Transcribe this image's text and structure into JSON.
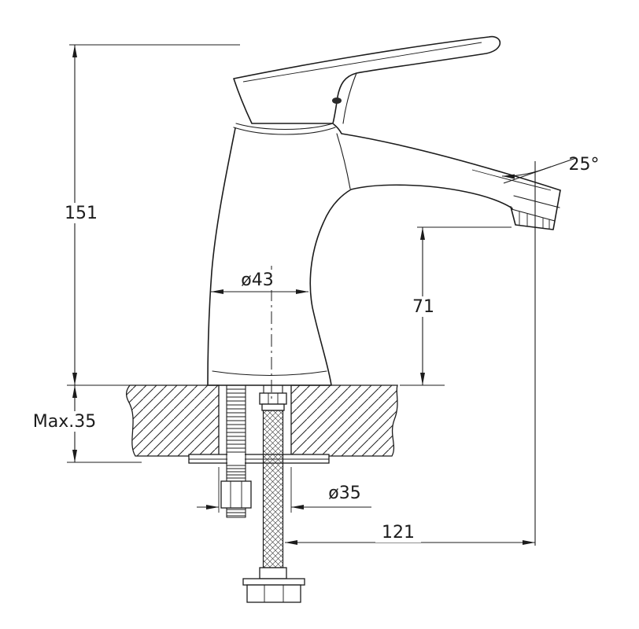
{
  "drawing": {
    "labels": {
      "total_height": "151",
      "max_mounting_thickness": "Max.35",
      "spout_angle": "25°",
      "body_diameter": "ø43",
      "outlet_height": "71",
      "hole_diameter": "ø35",
      "spout_reach": "121"
    },
    "colors": {
      "line": "#1c1c1c",
      "background": "#ffffff"
    }
  }
}
